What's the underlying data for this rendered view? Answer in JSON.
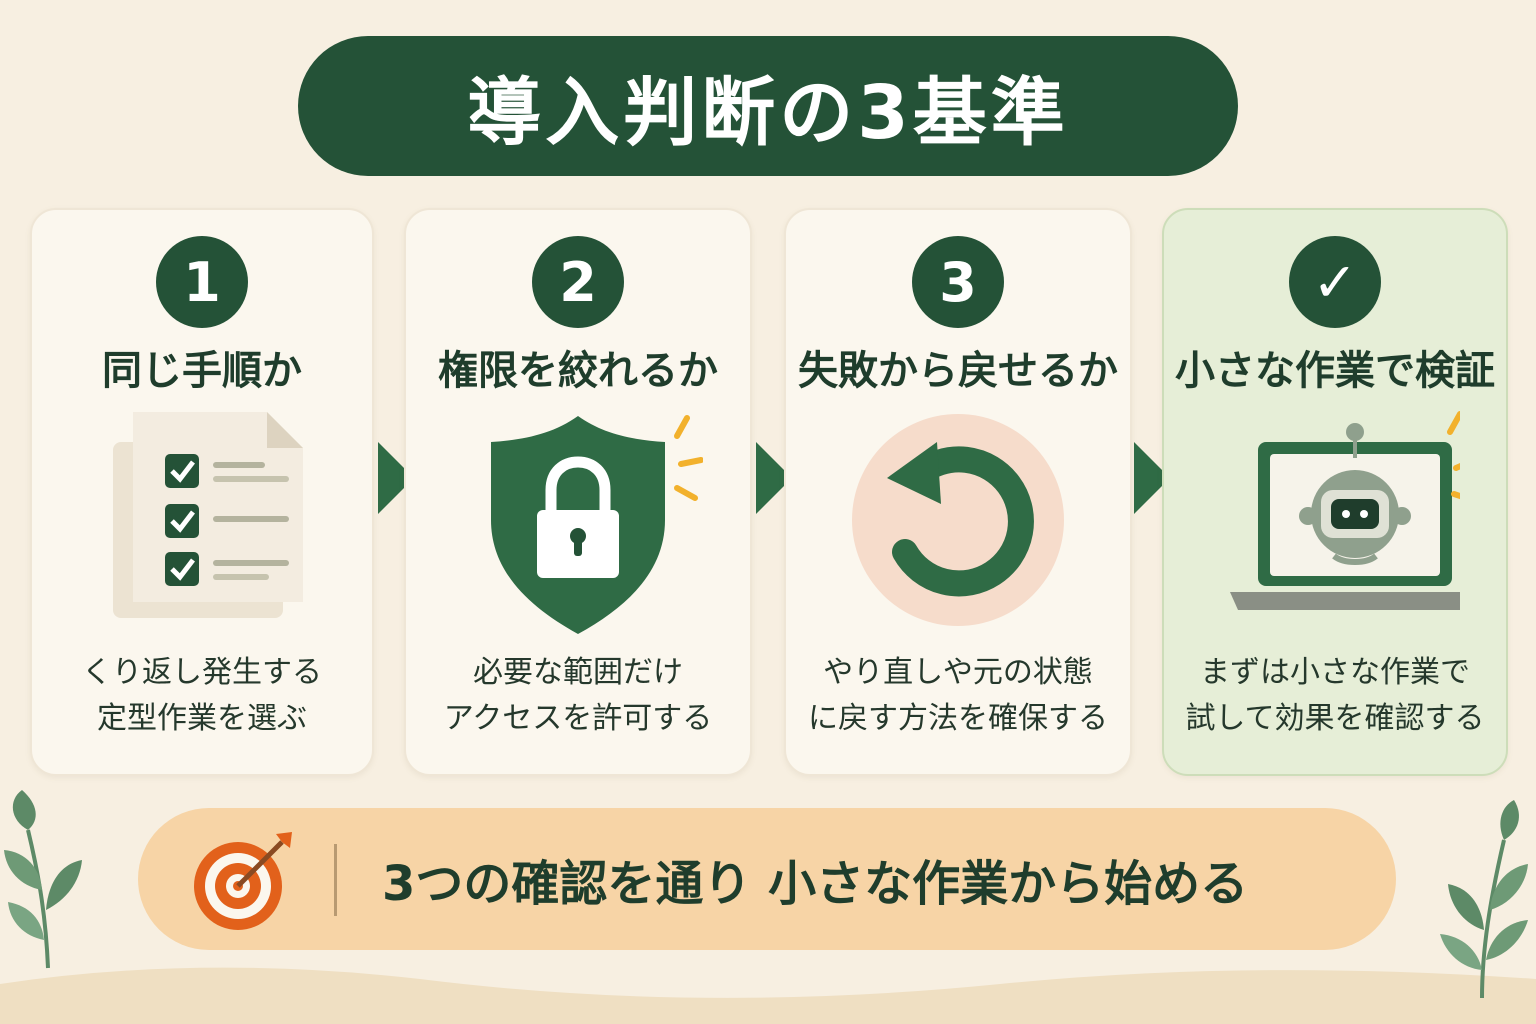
{
  "title": "導入判断の3基準",
  "cards": [
    {
      "number": "1",
      "heading": "同じ手順か",
      "desc": [
        "くり返し発生する",
        "定型作業を選ぶ"
      ],
      "icon": "checklist-icon"
    },
    {
      "number": "2",
      "heading": "権限を絞れるか",
      "desc": [
        "必要な範囲だけ",
        "アクセスを許可する"
      ],
      "icon": "shield-lock-icon"
    },
    {
      "number": "3",
      "heading": "失敗から戻せるか",
      "desc": [
        "やり直しや元の状態",
        "に戻す方法を確保する"
      ],
      "icon": "undo-arrow-icon"
    },
    {
      "number": "✓",
      "heading": "小さな作業で検証",
      "desc": [
        "まずは小さな作業で",
        "試して効果を確認する"
      ],
      "icon": "robot-laptop-icon"
    }
  ],
  "bottom": {
    "text": "3つの確認を通り 小さな作業から始める",
    "icon": "target-icon"
  },
  "colors": {
    "background": "#f7efe1",
    "primary_green": "#245237",
    "card_bg": "#fbf7ee",
    "final_card_bg": "#e6eed7",
    "accent_yellow": "#f2b12c",
    "accent_orange": "#e2611b",
    "bar_bg": "#f7d4a6"
  }
}
